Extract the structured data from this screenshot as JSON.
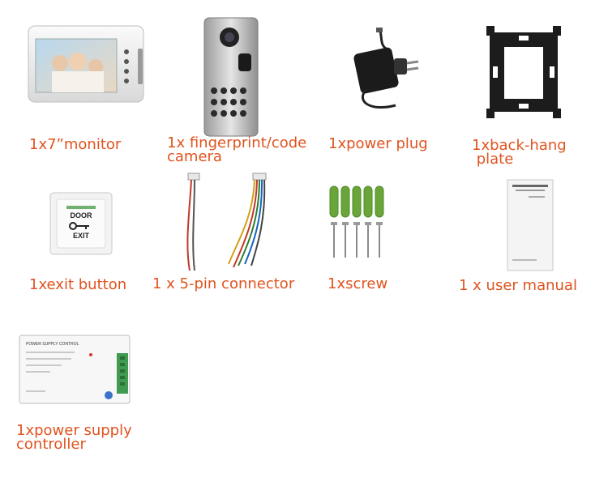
{
  "items": [
    {
      "id": "monitor",
      "label": "1x7”monitor",
      "image": "video-monitor"
    },
    {
      "id": "camera",
      "label": "1x fingerprint/code\ncamera",
      "image": "fingerprint-keypad-camera"
    },
    {
      "id": "power_plug",
      "label": "1xpower plug",
      "image": "power-adapter"
    },
    {
      "id": "back_plate",
      "label": "1xback-hang\n plate",
      "image": "back-hang-plate"
    },
    {
      "id": "exit_button",
      "label": "1xexit button",
      "image": "exit-button",
      "image_text": {
        "line1": "DOOR",
        "line2": "EXIT"
      }
    },
    {
      "id": "connector",
      "label": "1 x 5-pin connector",
      "image": "wire-connectors"
    },
    {
      "id": "screw",
      "label": "1xscrew",
      "image": "screws-and-anchors"
    },
    {
      "id": "manual",
      "label": "1 x user manual",
      "image": "user-manual-booklet"
    },
    {
      "id": "power_supply",
      "label": "1xpower supply\ncontroller",
      "image": "power-supply-controller",
      "image_text": {
        "title": "POWER SUPPLY CONTROL"
      }
    }
  ],
  "colors": {
    "label": "#e0531f",
    "background": "#ffffff"
  }
}
